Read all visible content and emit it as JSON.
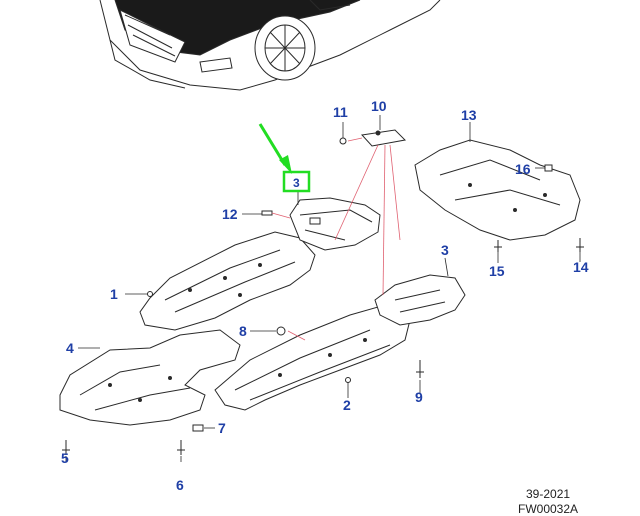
{
  "colors": {
    "callout_text": "#1f3fa6",
    "leader_line": "#e06070",
    "part_outline": "#2a2a2a",
    "car_fill": "#1a1a1a",
    "highlight_box": "#22dd22",
    "arrow": "#22dd22"
  },
  "callouts": {
    "c1": "1",
    "c2": "2",
    "c3_highlight": "3",
    "c3": "3",
    "c4": "4",
    "c5": "5",
    "c6": "6",
    "c7": "7",
    "c8": "8",
    "c9": "9",
    "c10": "10",
    "c11": "11",
    "c12": "12",
    "c13": "13",
    "c14": "14",
    "c15": "15",
    "c16": "16"
  },
  "footer": {
    "date_code": "39-2021",
    "drawing_id": "FW00032A"
  },
  "icons": {
    "pointer": "green-arrow-icon",
    "highlight": "green-box-icon",
    "vehicle": "car-front-icon"
  }
}
